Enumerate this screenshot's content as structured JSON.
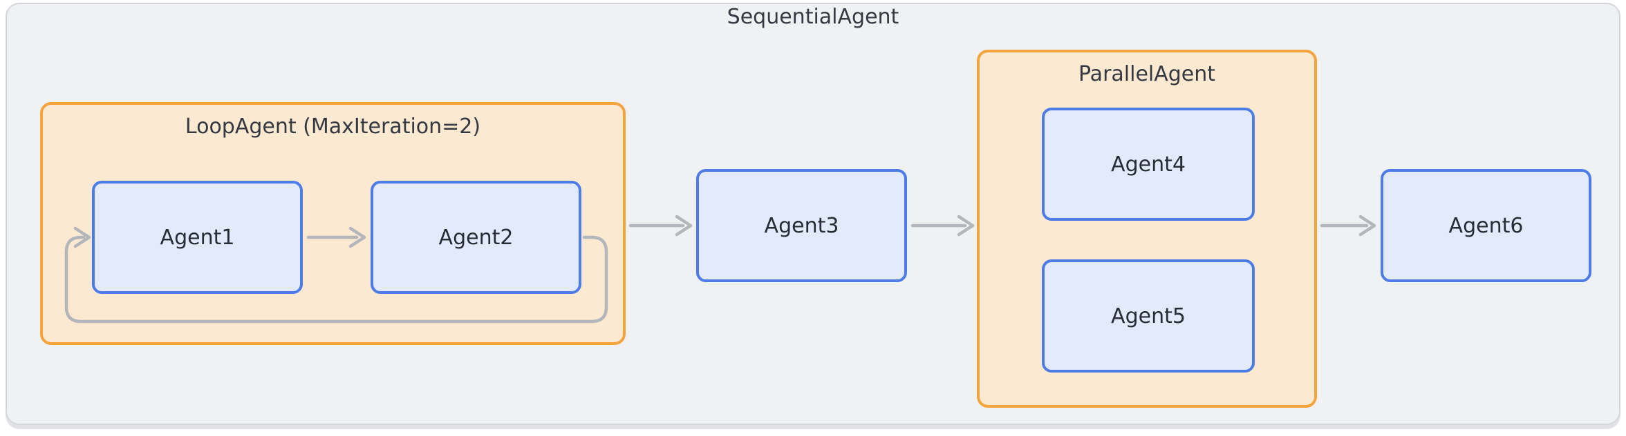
{
  "diagram": {
    "outer_label": "SequentialAgent",
    "loop_group": {
      "label": "LoopAgent (MaxIteration=2)",
      "agent1": "Agent1",
      "agent2": "Agent2"
    },
    "agent3": "Agent3",
    "parallel_group": {
      "label": "ParallelAgent",
      "agent4": "Agent4",
      "agent5": "Agent5"
    },
    "agent6": "Agent6",
    "colors": {
      "container_fill": "#eff1f3",
      "container_border": "#d3d6da",
      "group_fill": "#fce9d2",
      "group_border": "#f4a43d",
      "agent_fill": "#e3eafc",
      "agent_border": "#4d7ce8",
      "arrow": "#b3b6bb",
      "text": "#2e333c"
    }
  }
}
